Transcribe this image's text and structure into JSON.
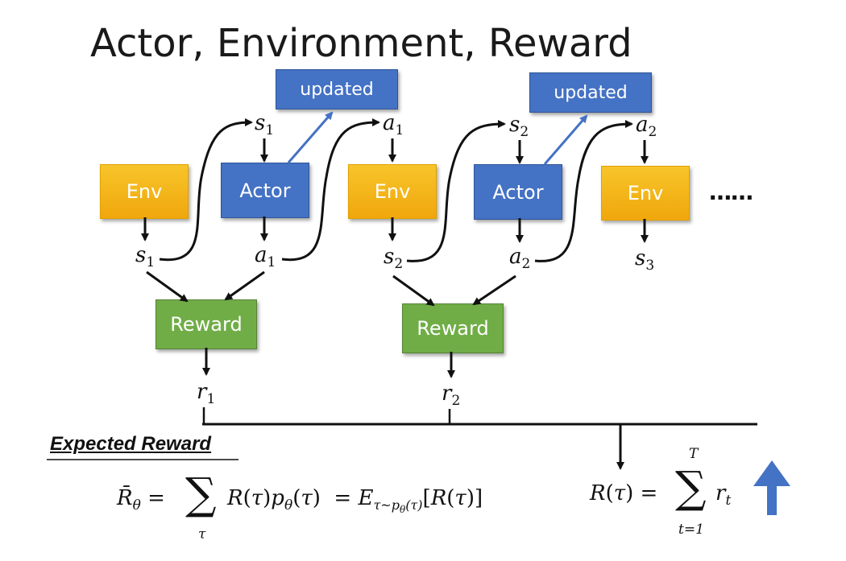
{
  "title": "Actor, Environment, Reward",
  "boxes": {
    "env_label": "Env",
    "actor_label": "Actor",
    "updated_label": "updated",
    "reward_label": "Reward"
  },
  "symbols": {
    "s1": "s",
    "s1_sub": "1",
    "s2": "s",
    "s2_sub": "2",
    "s3": "s",
    "s3_sub": "3",
    "a1": "a",
    "a1_sub": "1",
    "a2": "a",
    "a2_sub": "2",
    "r1": "r",
    "r1_sub": "1",
    "r2": "r",
    "r2_sub": "2"
  },
  "ellipsis": "……",
  "expected_reward_label": "Expected Reward",
  "formula_left": {
    "lhs": "R̄θ =",
    "sum_sub": "τ",
    "term": "R(τ)pθ(τ) = Eτ~pθ(τ)[R(τ)]"
  },
  "formula_right": {
    "lhs": "R(τ) =",
    "sum_sup": "T",
    "sum_sub": "t=1",
    "term": "rt"
  },
  "colors": {
    "env": "#f5b417",
    "actor": "#4472c4",
    "reward": "#70ad47",
    "arrow_up": "#4472c4"
  }
}
